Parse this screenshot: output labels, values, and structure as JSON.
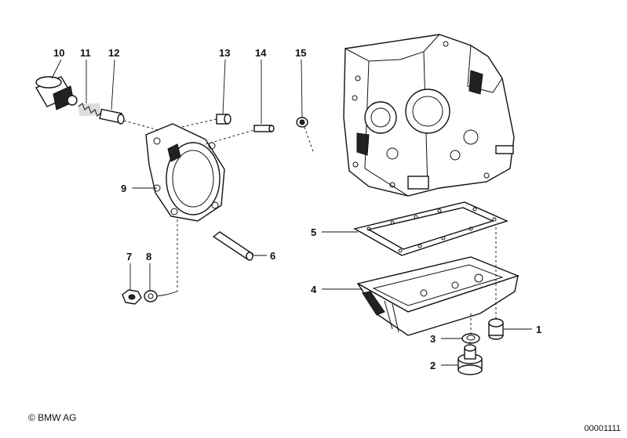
{
  "callouts": {
    "c1": "1",
    "c2": "2",
    "c3": "3",
    "c4": "4",
    "c5": "5",
    "c6": "6",
    "c7": "7",
    "c8": "8",
    "c9": "9",
    "c10": "10",
    "c11": "11",
    "c12": "12",
    "c13": "13",
    "c14": "14",
    "c15": "15"
  },
  "copyright": "© BMW AG",
  "doc_number": "00001111"
}
